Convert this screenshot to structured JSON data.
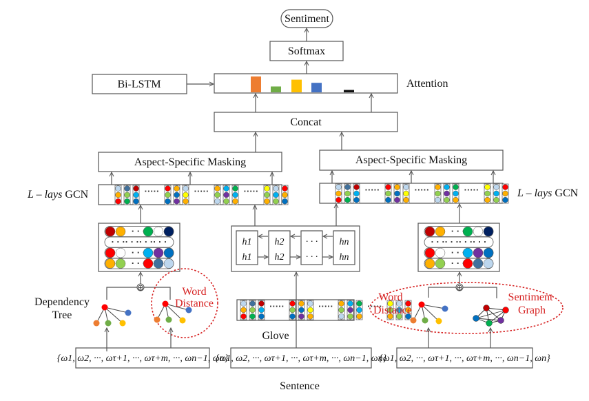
{
  "diagram": {
    "output": {
      "sentiment": "Sentiment",
      "softmax": "Softmax"
    },
    "attention": {
      "label": "Attention",
      "bars": [
        {
          "name": "bar-1",
          "color": "#ed7d31",
          "weight": 1.0
        },
        {
          "name": "bar-2",
          "color": "#70ad47",
          "weight": 0.37
        },
        {
          "name": "bar-3",
          "color": "#ffc000",
          "weight": 0.8
        },
        {
          "name": "bar-4",
          "color": "#4472c4",
          "weight": 0.6
        },
        {
          "name": "bar-5",
          "color": "#111111",
          "weight": 0.15
        }
      ]
    },
    "bilstm": "Bi-LSTM",
    "concat": "Concat",
    "masking_left": "Aspect-Specific Masking",
    "masking_right": "Aspect-Specific Masking",
    "gcn_left_label": {
      "italic": "L – lays",
      "normal": " GCN"
    },
    "gcn_right_label": {
      "italic": "L – lays",
      "normal": " GCN"
    },
    "hidden_states": {
      "cells": [
        {
          "top": "h1",
          "bottom": "h1"
        },
        {
          "top": "h2",
          "bottom": "h2"
        },
        {
          "top": "· · ·",
          "bottom": "· · ·"
        },
        {
          "top": "hn",
          "bottom": "hn"
        }
      ]
    },
    "glove": "Glove",
    "dependency_tree": [
      "Dependency",
      "Tree"
    ],
    "word_distance_left": [
      "Word",
      "Distance"
    ],
    "word_distance_right": [
      "Word",
      "Distance"
    ],
    "sentiment_graph": [
      "Sentiment",
      "Graph"
    ],
    "combine_symbol": "⊕",
    "sentence_inputs": [
      "{ω1, ω2, ···, ωτ+1, ···, ωτ+m, ···, ωn−1, ωn}",
      "{ω1, ω2, ···, ωτ+1, ···, ωτ+m, ···, ωn−1, ωn}",
      "{ω1, ω2, ···, ωτ+1, ···, ωτ+m, ···, ωn−1, ωn}"
    ],
    "sentence_label": "Sentence",
    "palette": {
      "red": "#ff0000",
      "darkred": "#c00000",
      "orange": "#ffb000",
      "yellow": "#ffff00",
      "lightgreen": "#92d050",
      "green": "#00b050",
      "skyblue": "#00b0f0",
      "blue": "#0070c0",
      "navy": "#002060",
      "purple": "#7030a0",
      "steel": "#41719c",
      "lightblue": "#bdd7ee",
      "white": "#ffffff"
    },
    "embedding_columns": [
      [
        "lightblue",
        "orange",
        "red"
      ],
      [
        "steel",
        "lightgreen",
        "green"
      ],
      [
        "darkred",
        "skyblue",
        "blue"
      ],
      [
        "red",
        "lightgreen",
        "blue"
      ],
      [
        "orange",
        "blue",
        "purple"
      ],
      [
        "lightblue",
        "yellow",
        "orange"
      ],
      [
        "orange",
        "lightgreen",
        "lightblue"
      ],
      [
        "skyblue",
        "purple",
        "lightgreen"
      ],
      [
        "green",
        "skyblue",
        "orange"
      ],
      [
        "yellow",
        "lightgreen",
        "orange"
      ],
      [
        "lightblue",
        "skyblue",
        "lightgreen"
      ],
      [
        "red",
        "orange",
        "blue"
      ]
    ],
    "matrix_rows": [
      {
        "left": [
          "darkred",
          "orange"
        ],
        "right": [
          "green",
          "white",
          "navy"
        ]
      },
      {
        "dotted": true
      },
      {
        "left": [
          "red",
          "white"
        ],
        "right": [
          "skyblue",
          "purple",
          "blue"
        ]
      },
      {
        "left": [
          "orange",
          "lightgreen"
        ],
        "right": [
          "red",
          "steel",
          "lightblue"
        ]
      }
    ],
    "tree_colors": {
      "root": "#ff0000",
      "leaves": [
        "#ed7d31",
        "#70ad47",
        "#ffc000",
        "#4472c4"
      ]
    },
    "graph_colors": [
      "#c00000",
      "#ff0000",
      "#0070c0",
      "#00b050",
      "#7030a0"
    ]
  }
}
